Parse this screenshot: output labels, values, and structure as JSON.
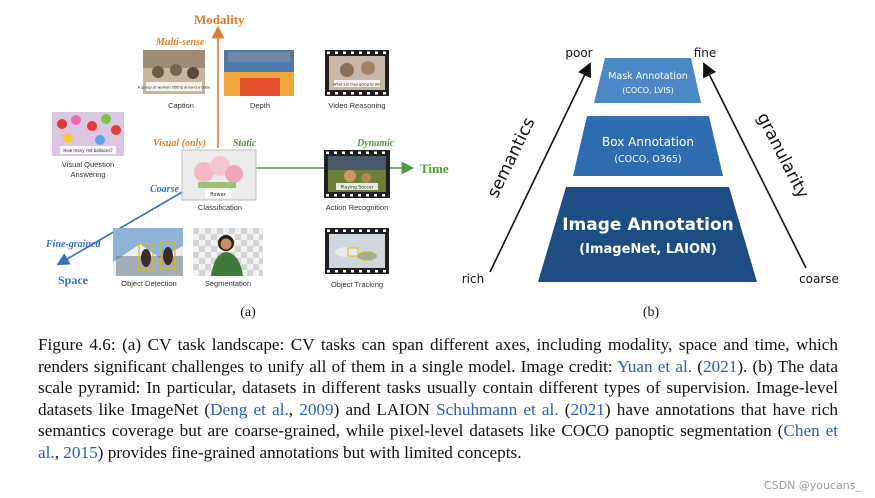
{
  "panel_a": {
    "axes": {
      "modality": "Modality",
      "time": "Time",
      "space": "Space"
    },
    "axis_labels": {
      "multi_sense": "Multi-sense",
      "visual_only": "Visual (only)",
      "static": "Static",
      "dynamic": "Dynamic",
      "coarse": "Coarse",
      "fine_grained": "Fine-grained"
    },
    "tasks": {
      "caption": "Caption",
      "depth": "Depth",
      "video_reasoning": "Video Reasoning",
      "vqa_line1": "Visual Question",
      "vqa_line2": "Answering",
      "classification": "Classification",
      "action_recognition": "Action Recognition",
      "object_detection": "Object Detection",
      "segmentation": "Segmentation",
      "object_tracking": "Object Tracking"
    },
    "thumb_text": {
      "caption_overlay": "A group of women sitting around a table",
      "flower": "flower",
      "vqa_overlay": "How many red balloons?",
      "video_overlay": "What are they going to do?",
      "action": "Playing Soccer"
    },
    "label": "(a)"
  },
  "panel_b": {
    "top_left": "poor",
    "top_right": "fine",
    "bottom_left": "rich",
    "bottom_right": "coarse",
    "left_axis": "semantics",
    "right_axis": "granularity",
    "levels": [
      {
        "title": "Mask Annotation",
        "sub": "(COCO, LVIS)"
      },
      {
        "title": "Box Annotation",
        "sub": "(COCO, O365)"
      },
      {
        "title": "Image Annotation",
        "sub": "(ImageNet, LAION)"
      }
    ],
    "label": "(b)"
  },
  "caption": {
    "t1": "Figure 4.6: (a) CV task landscape: CV tasks can span different axes, including modality, space and time, which renders significant challenges to unify all of them in a single model. Image credit: ",
    "c1": "Yuan et al.",
    "t2": " (",
    "c2": "2021",
    "t3": "). (b) The data scale pyramid: In particular, datasets in different tasks usually contain different types of supervision. Image-level datasets like ImageNet (",
    "c3": "Deng et al.",
    "t4": ", ",
    "c4": "2009",
    "t5": ") and LAION ",
    "c5": "Schuhmann et al.",
    "t6": " (",
    "c6": "2021",
    "t7": ") have annotations that have rich semantics coverage but are coarse-grained, while pixel-level datasets like COCO panoptic segmentation (",
    "c7": "Chen et al.",
    "t8": ", ",
    "c8": "2015",
    "t9": ") provides fine-grained annotations but with limited concepts."
  },
  "watermark": "CSDN @youcans_",
  "colors": {
    "modality": "#e07a2e",
    "time": "#4e9a3c",
    "space": "#3a6fc0",
    "pyramid_light": "#4c87c7",
    "pyramid_mid": "#2e6db0",
    "pyramid_dark": "#1e4d84"
  }
}
